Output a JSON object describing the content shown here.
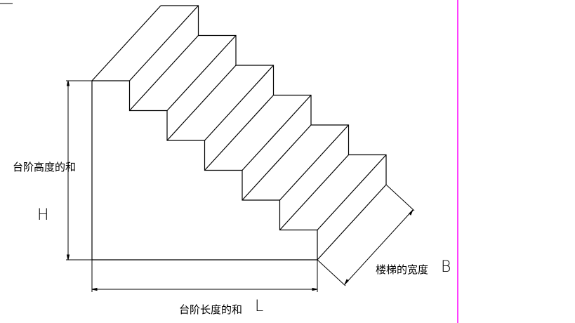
{
  "labels": {
    "height_sum": "台阶高度的和",
    "height_symbol": "H",
    "length_sum": "台阶长度的和",
    "length_symbol": "L",
    "width": "楼梯的宽度",
    "width_symbol": "B"
  },
  "colors": {
    "lines": "#000000",
    "boundary": "#ff00ff"
  },
  "step_count": 6
}
